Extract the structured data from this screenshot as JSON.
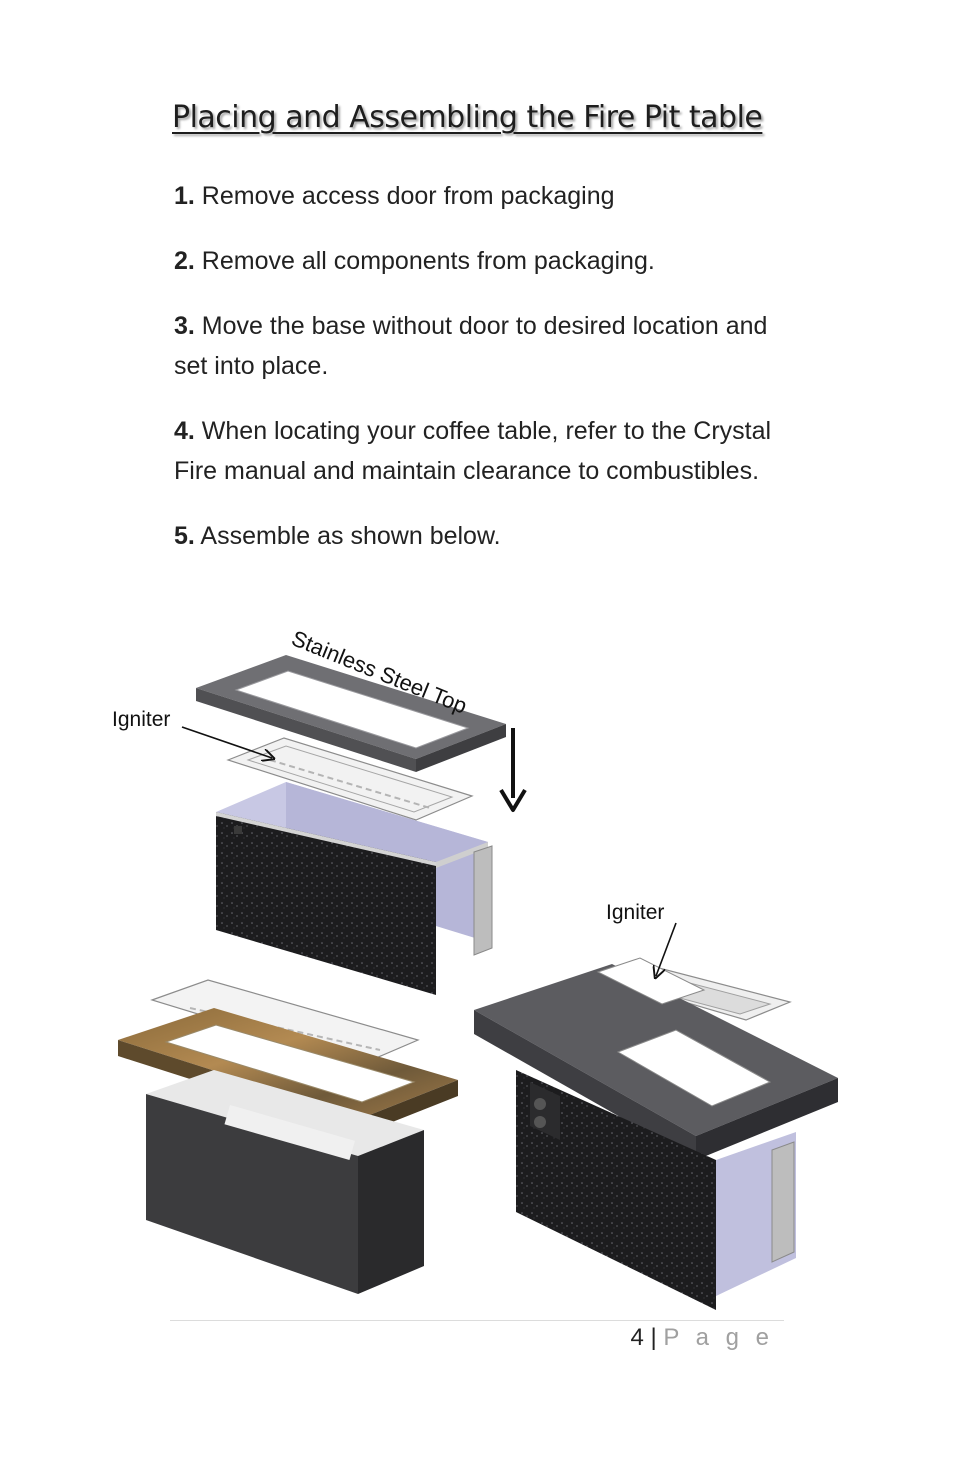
{
  "title": "Placing and Assembling the Fire Pit table",
  "steps": [
    {
      "num": "1.",
      "text": " Remove access door from packaging"
    },
    {
      "num": "2.",
      "text": " Remove all components from packaging."
    },
    {
      "num": "3.",
      "text": " Move the base without door to desired location and set into place."
    },
    {
      "num": "4.",
      "text": " When locating your coffee table, refer to the Crystal Fire manual and maintain clearance to combustibles."
    },
    {
      "num": "5.",
      "text": " Assemble as shown below."
    }
  ],
  "diagram": {
    "label_top": "Stainless Steel Top",
    "label_igniter_left": "Igniter",
    "label_igniter_right": "Igniter"
  },
  "footer": {
    "page_number": "4",
    "separator": "|",
    "page_word": "P a g e"
  }
}
